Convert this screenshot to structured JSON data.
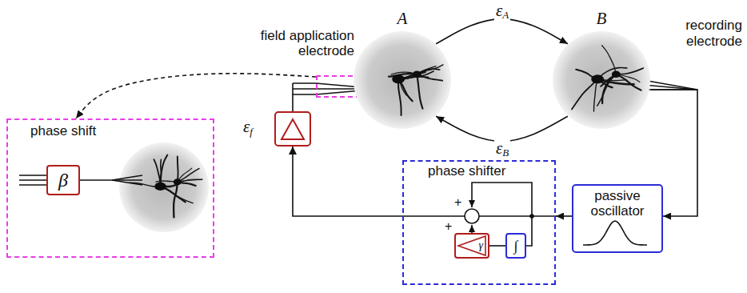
{
  "diagram": {
    "nodes": [
      {
        "text": [
          "field application electrode"
        ]
      },
      {
        "text": [
          "A"
        ]
      },
      {
        "text": [
          "B"
        ]
      },
      {
        "text": [
          "phase shift"
        ]
      },
      {
        "text": [
          "β"
        ],
        "in": 3
      },
      {
        "text": [
          "phase shifter"
        ]
      },
      {
        "text": [
          "γ"
        ],
        "in": 5
      },
      {
        "text": [
          "∫"
        ],
        "in": 5
      },
      {
        "text": [
          "passive oscillator"
        ]
      }
    ],
    "edges": [
      {
        "from": 1,
        "to": 2,
        "label": "εA",
        "arrow": "to"
      },
      {
        "from": 2,
        "to": 1,
        "label": "εB",
        "arrow": "to"
      },
      {
        "from": 2,
        "to": 8,
        "arrow": "to"
      },
      {
        "from": 8,
        "to": 5,
        "arrow": "to"
      },
      {
        "from": 5,
        "to": 0,
        "arrow": "none"
      },
      {
        "from": 7,
        "to": 6,
        "arrow": "none"
      },
      {
        "from": 0,
        "to": 3,
        "arrow": "to"
      }
    ],
    "labels": [
      "recording electrode",
      "εf",
      "+",
      "+"
    ]
  }
}
